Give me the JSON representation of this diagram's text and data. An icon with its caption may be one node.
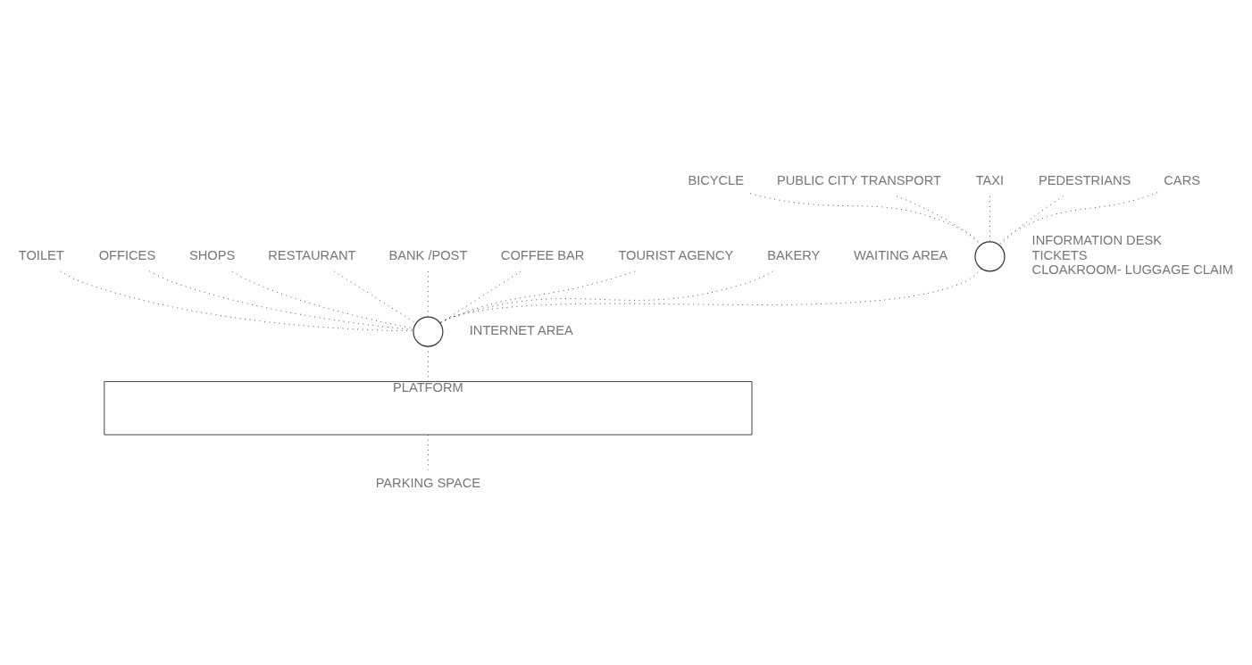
{
  "diagram": {
    "nodes": [
      {
        "text": [
          "BICYCLE"
        ]
      },
      {
        "text": [
          "PUBLIC CITY TRANSPORT"
        ]
      },
      {
        "text": [
          "TAXI"
        ]
      },
      {
        "text": [
          "PEDESTRIANS"
        ]
      },
      {
        "text": [
          "CARS"
        ]
      },
      {
        "text": [],
        "shape": "circle",
        "beside": [
          "WAITING AREA",
          "INFORMATION DESK",
          "TICKETS",
          "CLOAKROOM- LUGGAGE CLAIM"
        ]
      },
      {
        "text": [
          "TOILET"
        ]
      },
      {
        "text": [
          "OFFICES"
        ]
      },
      {
        "text": [
          "SHOPS"
        ]
      },
      {
        "text": [
          "RESTAURANT"
        ]
      },
      {
        "text": [
          "BANK /POST"
        ]
      },
      {
        "text": [
          "COFFEE BAR"
        ]
      },
      {
        "text": [
          "TOURIST AGENCY"
        ]
      },
      {
        "text": [
          "BAKERY"
        ]
      },
      {
        "text": [],
        "shape": "circle",
        "beside": [
          "INTERNET AREA"
        ]
      },
      {
        "text": [
          "PLATFORM"
        ]
      },
      {
        "text": [
          "PARKING SPACE"
        ]
      }
    ],
    "edges": [
      {
        "from": 0,
        "to": 5,
        "arrow": "none",
        "style": "dashed"
      },
      {
        "from": 1,
        "to": 5,
        "arrow": "none",
        "style": "dashed"
      },
      {
        "from": 2,
        "to": 5,
        "arrow": "none",
        "style": "dashed"
      },
      {
        "from": 3,
        "to": 5,
        "arrow": "none",
        "style": "dashed"
      },
      {
        "from": 4,
        "to": 5,
        "arrow": "none",
        "style": "dashed"
      },
      {
        "from": 5,
        "to": 14,
        "arrow": "none",
        "style": "dashed"
      },
      {
        "from": 6,
        "to": 14,
        "arrow": "none",
        "style": "dashed"
      },
      {
        "from": 7,
        "to": 14,
        "arrow": "none",
        "style": "dashed"
      },
      {
        "from": 8,
        "to": 14,
        "arrow": "none",
        "style": "dashed"
      },
      {
        "from": 9,
        "to": 14,
        "arrow": "none",
        "style": "dashed"
      },
      {
        "from": 10,
        "to": 14,
        "arrow": "none",
        "style": "dashed"
      },
      {
        "from": 11,
        "to": 14,
        "arrow": "none",
        "style": "dashed"
      },
      {
        "from": 12,
        "to": 14,
        "arrow": "none",
        "style": "dashed"
      },
      {
        "from": 13,
        "to": 14,
        "arrow": "none",
        "style": "dashed"
      },
      {
        "from": 14,
        "to": 15,
        "arrow": "none",
        "style": "dashed"
      },
      {
        "from": 15,
        "to": 16,
        "arrow": "none",
        "style": "dashed"
      }
    ]
  }
}
